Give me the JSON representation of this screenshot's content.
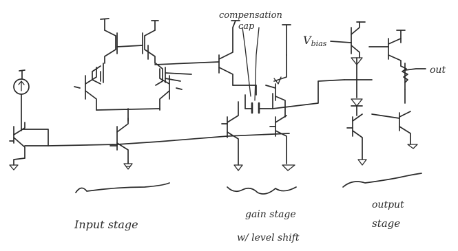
{
  "labels": {
    "compensation": "compensation",
    "cap": "cap",
    "vbias": "V",
    "vbias_sub": "bias",
    "out": "out",
    "input_stage": "Input stage",
    "gain_stage_line1": "gain stage",
    "gain_stage_line2": "w/ level shift",
    "output_stage_line1": "output",
    "output_stage_line2": "stage"
  },
  "sections": [
    "input stage",
    "gain stage w/ level shift",
    "output stage"
  ]
}
